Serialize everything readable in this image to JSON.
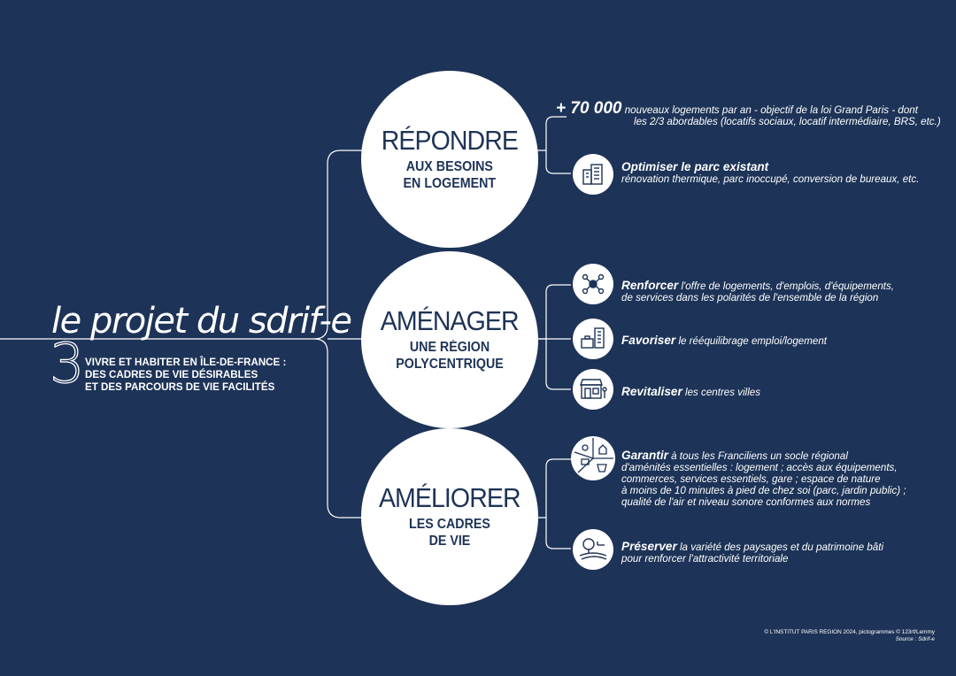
{
  "heading": {
    "title": "le projet du sdrif-e",
    "number": "3",
    "subtitle_line1": "VIVRE ET HABITER EN ÎLE-DE-FRANCE :",
    "subtitle_line2": "DES CADRES DE VIE DÉSIRABLES",
    "subtitle_line3": "ET DES PARCOURS DE VIE FACILITÉS"
  },
  "pillars": [
    {
      "title": "RÉPONDRE",
      "sub1": "AUX BESOINS",
      "sub2": "EN LOGEMENT",
      "items": [
        {
          "strong": "+ 70 000",
          "line1": " nouveaux logements par an - objectif de la loi Grand Paris - dont",
          "line2": "les 2/3 abordables (locatifs sociaux, locatif intermédiaire, BRS, etc.)",
          "icon": "none"
        },
        {
          "strong": "Optimiser le parc existant",
          "line1": "",
          "line2": "rénovation thermique, parc inoccupé, conversion de bureaux, etc.",
          "icon": "buildings-icon"
        }
      ]
    },
    {
      "title": "AMÉNAGER",
      "sub1": "UNE RÉGION",
      "sub2": "POLYCENTRIQUE",
      "items": [
        {
          "strong": "Renforcer",
          "line1": " l'offre de logements, d'emplois, d'équipements,",
          "line2": "de services dans les polarités de l'ensemble de la région",
          "icon": "network-nodes-icon"
        },
        {
          "strong": "Favoriser",
          "line1": " le rééquilibrage emploi/logement",
          "line2": "",
          "icon": "briefcase-building-icon"
        },
        {
          "strong": "Revitaliser",
          "line1": " les centres villes",
          "line2": "",
          "icon": "storefront-icon"
        }
      ]
    },
    {
      "title": "AMÉLIORER",
      "sub1": "LES CADRES",
      "sub2": "DE VIE",
      "items": [
        {
          "strong": "Garantir",
          "line1": " à tous les Franciliens un socle régional",
          "line2": "d'aménités essentielles : logement ; accès aux équipements,",
          "line3": "commerces, services essentiels, gare ; espace de nature",
          "line4": "à moins de 10 minutes à pied de chez soi (parc, jardin public) ;",
          "line5": "qualité de l'air et niveau sonore conformes aux normes",
          "icon": "amenities-pie-icon"
        },
        {
          "strong": "Préserver",
          "line1": " la variété des paysages et du patrimoine bâti",
          "line2": "pour renforcer l'attractivité territoriale",
          "icon": "landscape-icon"
        }
      ]
    }
  ],
  "credits": {
    "line1": "© L'INSTITUT PARIS REGION 2024, pictogrammes © 123rf/Lemmy",
    "line2": "Source : Sdrif-e"
  }
}
